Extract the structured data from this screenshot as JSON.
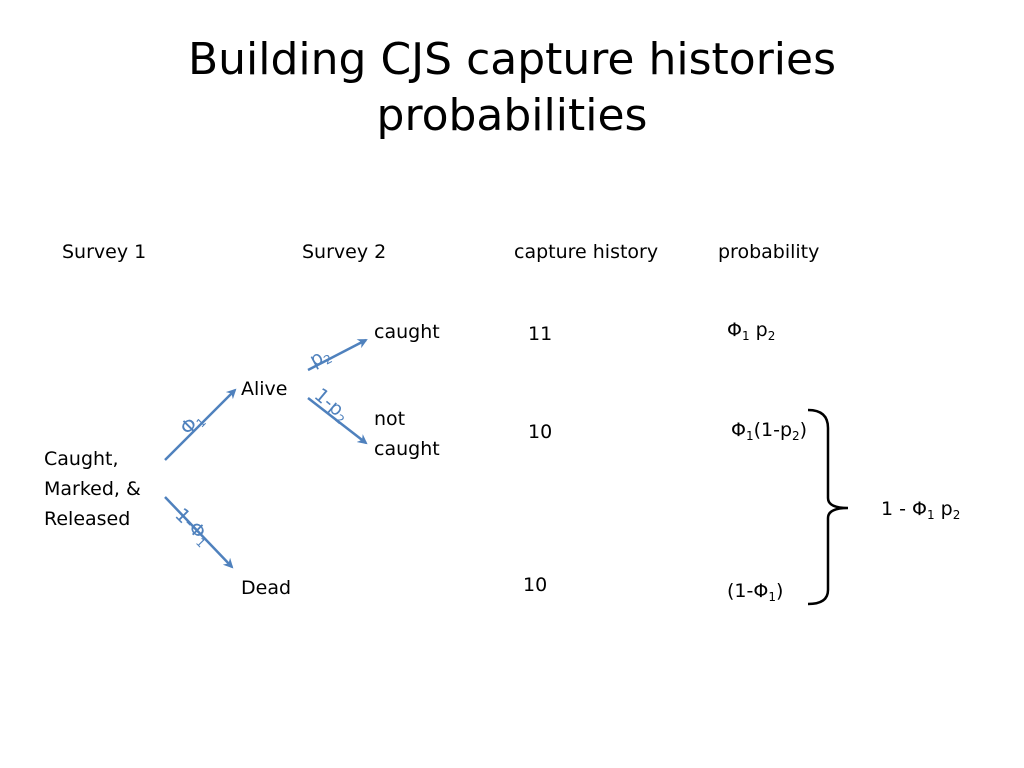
{
  "title": {
    "line1": "Building CJS capture histories",
    "line2": "probabilities"
  },
  "headers": {
    "survey1": "Survey 1",
    "survey2": "Survey 2",
    "capture_history": "capture history",
    "probability": "probability"
  },
  "nodes": {
    "start_line1": "Caught,",
    "start_line2": "Marked, &",
    "start_line3": "Released",
    "alive": "Alive",
    "dead": "Dead",
    "caught": "caught",
    "not_caught_line1": "not",
    "not_caught_line2": "caught"
  },
  "edges": {
    "phi1": {
      "symbol": "Φ",
      "sub": "1"
    },
    "one_minus_phi1": {
      "prefix": "1-Φ",
      "sub": "1"
    },
    "p2": {
      "symbol": "p",
      "sub": "2"
    },
    "one_minus_p2": {
      "prefix": "1-p",
      "sub": "2"
    }
  },
  "histories": {
    "caught": "11",
    "not_caught": "10",
    "dead": "10"
  },
  "probabilities": {
    "caught": {
      "a": "Φ",
      "a_sub": "1",
      "b": " p",
      "b_sub": "2"
    },
    "not_caught": {
      "a": "Φ",
      "a_sub": "1",
      "b": "(1-p",
      "b_sub": "2",
      "c": ")"
    },
    "dead": {
      "a": "(1-Φ",
      "a_sub": "1",
      "c": ")"
    }
  },
  "combined": {
    "a": "1 - Φ",
    "a_sub": "1",
    "b": " p",
    "b_sub": "2"
  },
  "colors": {
    "arrow": "#4f81bd",
    "text": "#000000"
  }
}
